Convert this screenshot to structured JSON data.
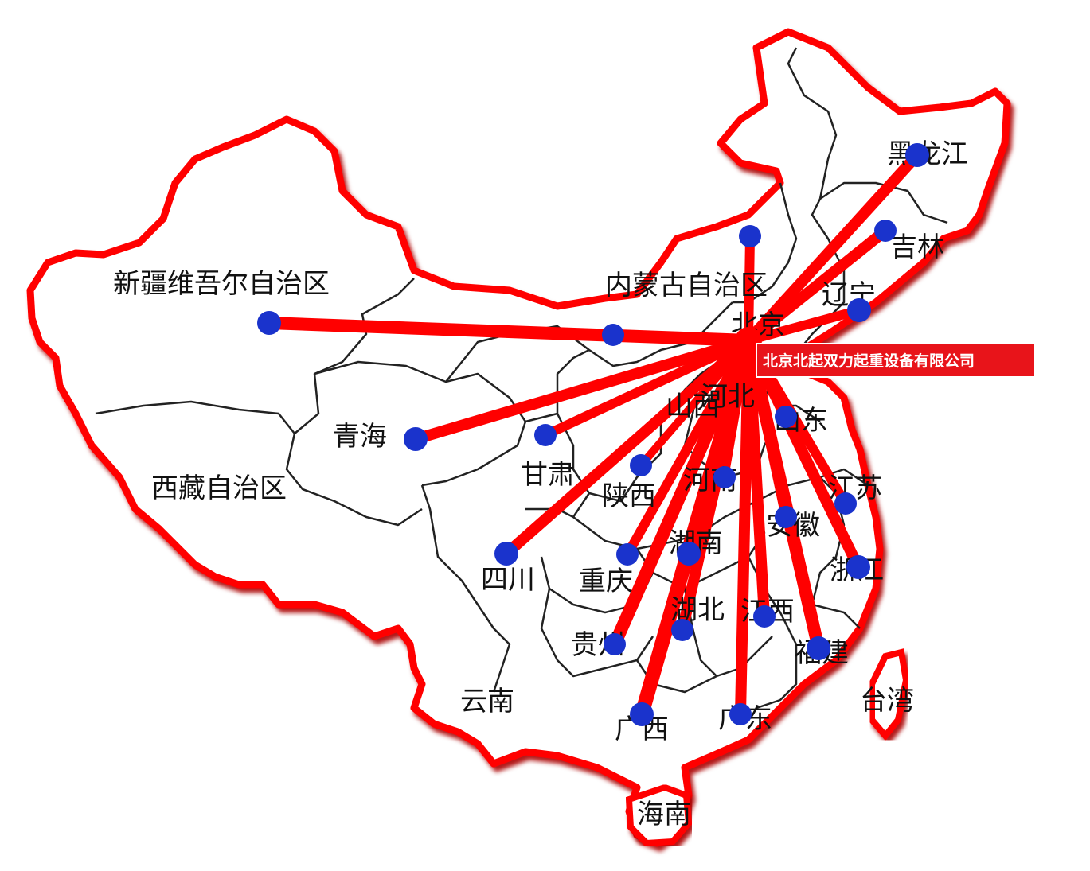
{
  "company_label": "北京北起双力起重设备有限公司",
  "hub_label": "北京",
  "colors": {
    "route": "#ff0000",
    "border": "#ff0000",
    "node": "#1a33cc",
    "land": "#ffffff",
    "internal_border": "#222222"
  },
  "regions": [
    {
      "name": "新疆维吾尔自治区"
    },
    {
      "name": "西藏自治区"
    },
    {
      "name": "青海"
    },
    {
      "name": "甘肃"
    },
    {
      "name": "内蒙古自治区"
    },
    {
      "name": "四川"
    },
    {
      "name": "云南"
    },
    {
      "name": "重庆"
    },
    {
      "name": "贵州"
    },
    {
      "name": "广西"
    },
    {
      "name": "海南"
    },
    {
      "name": "广东"
    },
    {
      "name": "陕西"
    },
    {
      "name": "山西"
    },
    {
      "name": "河南"
    },
    {
      "name": "湖北"
    },
    {
      "name": "湖南"
    },
    {
      "name": "江西"
    },
    {
      "name": "福建"
    },
    {
      "name": "台湾"
    },
    {
      "name": "浙江"
    },
    {
      "name": "安徽"
    },
    {
      "name": "江苏"
    },
    {
      "name": "山东"
    },
    {
      "name": "辽宁"
    },
    {
      "name": "吉林"
    },
    {
      "name": "黑龙江"
    },
    {
      "name": "河北"
    }
  ]
}
